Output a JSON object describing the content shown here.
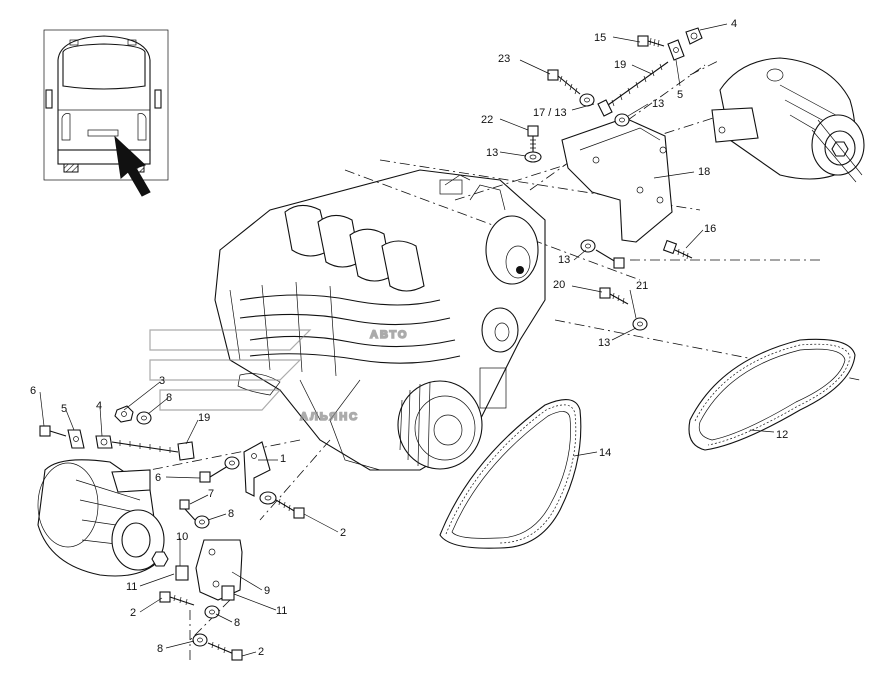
{
  "diagram": {
    "callouts": [
      {
        "id": "c15",
        "text": "15"
      },
      {
        "id": "c4a",
        "text": "4"
      },
      {
        "id": "c23",
        "text": "23"
      },
      {
        "id": "c19a",
        "text": "19"
      },
      {
        "id": "c5a",
        "text": "5"
      },
      {
        "id": "c1713",
        "text": "17 / 13"
      },
      {
        "id": "c13a",
        "text": "13"
      },
      {
        "id": "c22",
        "text": "22"
      },
      {
        "id": "c13b",
        "text": "13"
      },
      {
        "id": "c18",
        "text": "18"
      },
      {
        "id": "c16",
        "text": "16"
      },
      {
        "id": "c13c",
        "text": "13"
      },
      {
        "id": "c20",
        "text": "20"
      },
      {
        "id": "c21",
        "text": "21"
      },
      {
        "id": "c13d",
        "text": "13"
      },
      {
        "id": "c12",
        "text": "12"
      },
      {
        "id": "c14",
        "text": "14"
      },
      {
        "id": "c3",
        "text": "3"
      },
      {
        "id": "c8a",
        "text": "8"
      },
      {
        "id": "c19b",
        "text": "19"
      },
      {
        "id": "c6a",
        "text": "6"
      },
      {
        "id": "c5b",
        "text": "5"
      },
      {
        "id": "c4b",
        "text": "4"
      },
      {
        "id": "c1",
        "text": "1"
      },
      {
        "id": "c6b",
        "text": "6"
      },
      {
        "id": "c7",
        "text": "7"
      },
      {
        "id": "c8b",
        "text": "8"
      },
      {
        "id": "c2a",
        "text": "2"
      },
      {
        "id": "c10",
        "text": "10"
      },
      {
        "id": "c11a",
        "text": "11"
      },
      {
        "id": "c9",
        "text": "9"
      },
      {
        "id": "c2b",
        "text": "2"
      },
      {
        "id": "c11b",
        "text": "11"
      },
      {
        "id": "c8c",
        "text": "8"
      },
      {
        "id": "c8d",
        "text": "8"
      },
      {
        "id": "c2c",
        "text": "2"
      }
    ],
    "watermark": {
      "line1": "АВТО",
      "line2": "АЛЬЯНС"
    }
  }
}
